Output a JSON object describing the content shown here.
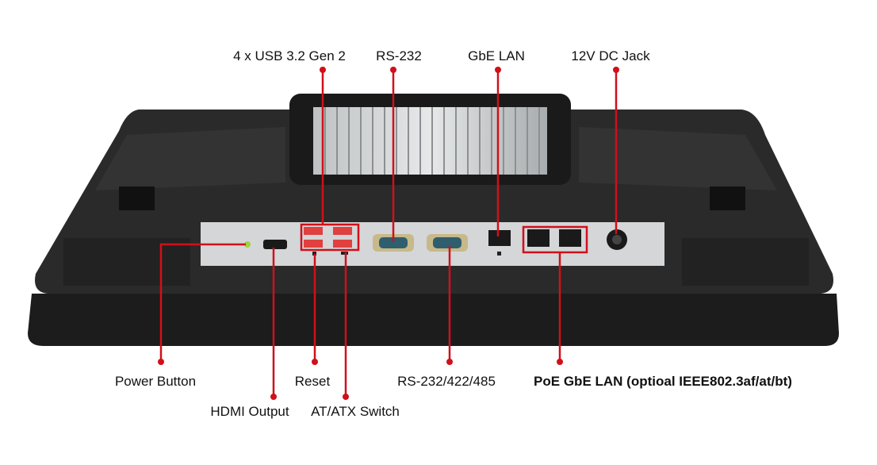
{
  "title": "Rear I/O diagram",
  "accent_color": "#d0101a",
  "top_labels": {
    "usb": "4 x USB 3.2 Gen 2",
    "rs232": "RS-232",
    "gbe_lan": "GbE LAN",
    "dc_jack": "12V DC Jack"
  },
  "bottom_labels": {
    "power": "Power Button",
    "hdmi": "HDMI Output",
    "reset": "Reset",
    "atatx": "AT/ATX Switch",
    "rs232_422_485": "RS-232/422/485",
    "poe": "PoE GbE LAN (optioal IEEE802.3af/at/bt)"
  }
}
